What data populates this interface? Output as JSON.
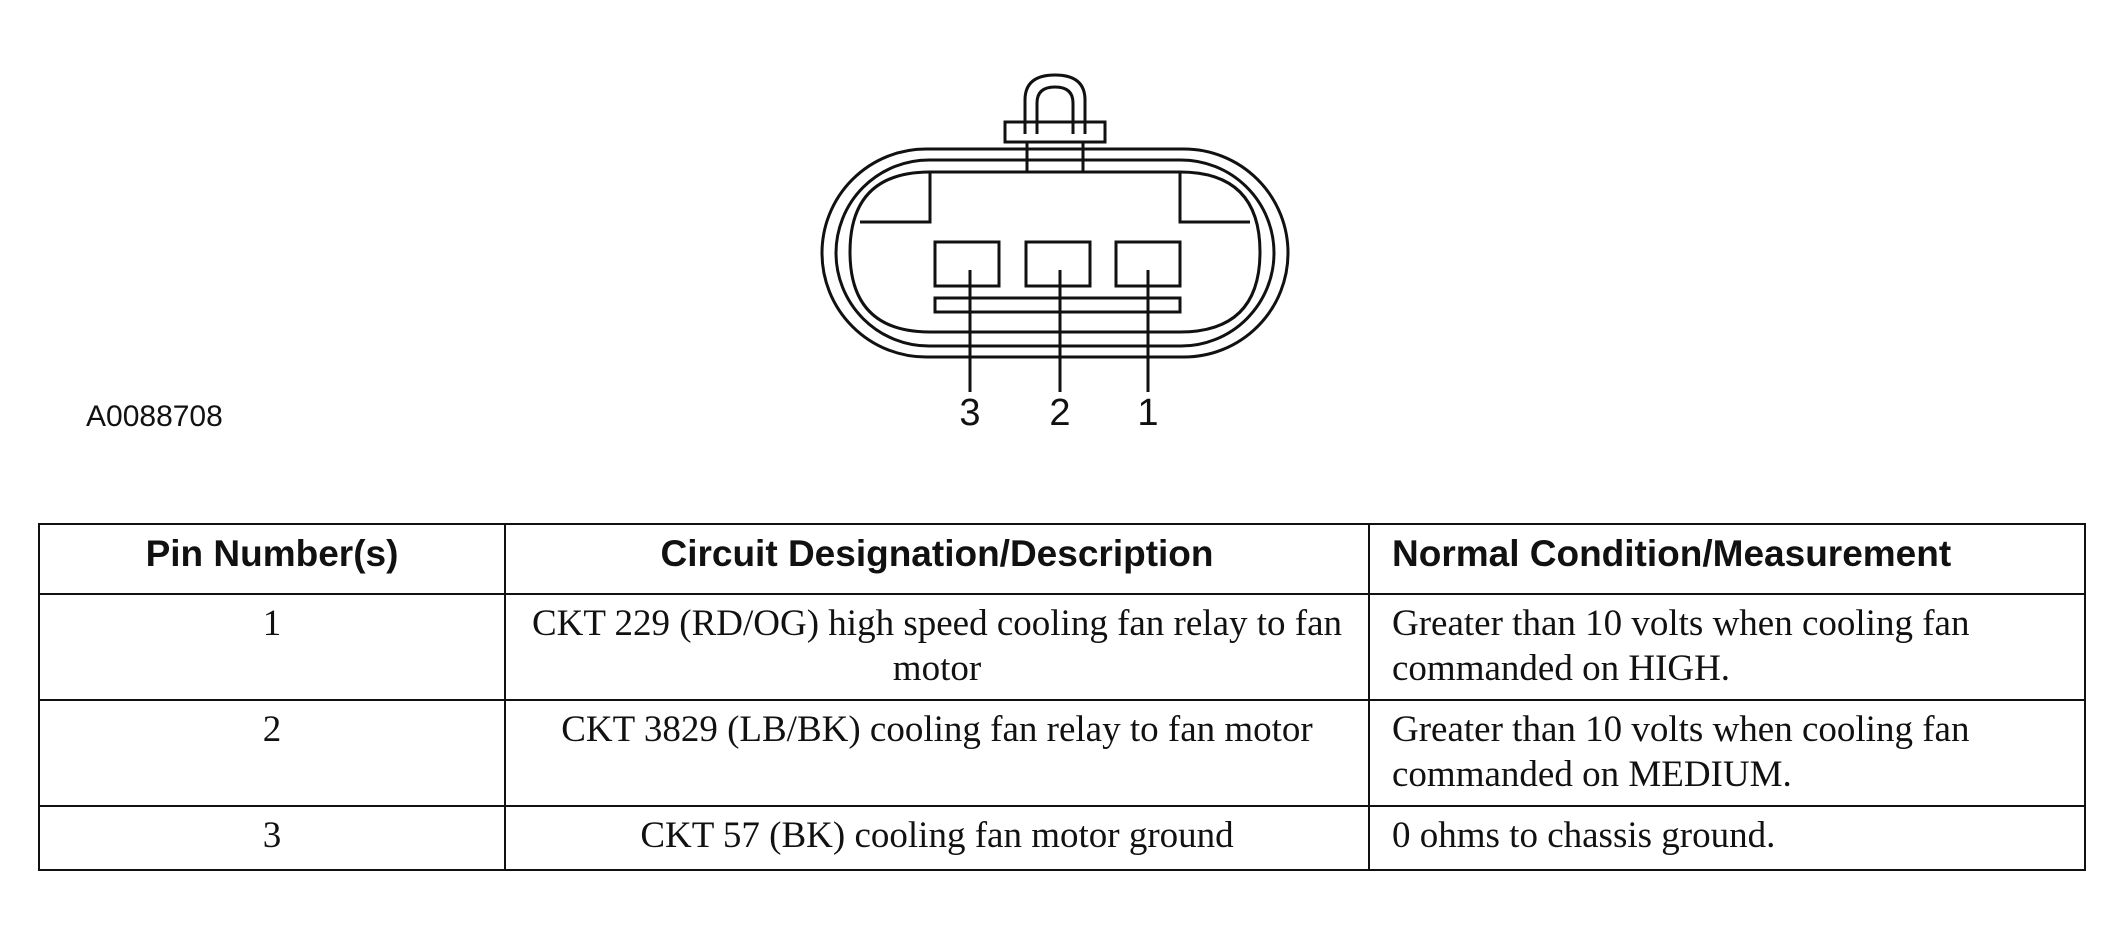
{
  "figure": {
    "id": "A0088708",
    "pin_labels": [
      "3",
      "2",
      "1"
    ]
  },
  "table": {
    "headers": [
      "Pin Number(s)",
      "Circuit Designation/Description",
      "Normal Condition/Measurement"
    ],
    "rows": [
      {
        "pin": "1",
        "description": "CKT 229 (RD/OG) high speed cooling fan relay to fan motor",
        "condition": "Greater than 10 volts when cooling fan commanded on HIGH."
      },
      {
        "pin": "2",
        "description": "CKT 3829 (LB/BK) cooling fan relay to fan motor",
        "condition": "Greater than 10 volts when cooling fan commanded on MEDIUM."
      },
      {
        "pin": "3",
        "description": "CKT 57 (BK) cooling fan motor ground",
        "condition": "0 ohms to chassis ground."
      }
    ]
  }
}
